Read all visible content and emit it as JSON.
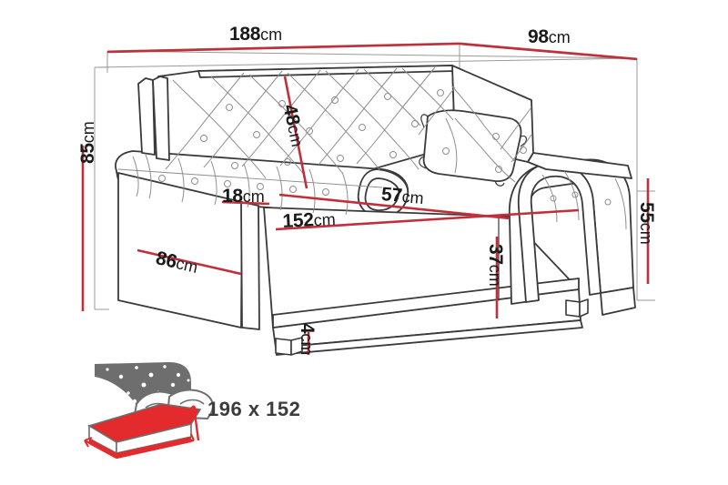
{
  "drawing": {
    "title": "Sofa bed technical dimension drawing",
    "unit": "cm",
    "colors": {
      "dimension_line": "#c0303a",
      "guide_line": "#9a9a9a",
      "outline": "#3a3a3a",
      "tufting": "#8e8e8e",
      "bed_red": "#e32a2d",
      "bed_gray": "#6e6e6e",
      "label_text": "#1a1a1a",
      "bed_label_text": "#3c3c3c",
      "background": "#ffffff"
    }
  },
  "dimensions": {
    "total_width": {
      "value": "188",
      "unit": "cm",
      "name": "total-width"
    },
    "total_depth": {
      "value": "98",
      "unit": "cm",
      "name": "total-depth"
    },
    "total_height": {
      "value": "85",
      "unit": "cm",
      "name": "total-height"
    },
    "backrest_height": {
      "value": "48",
      "unit": "cm",
      "name": "backrest-height"
    },
    "armrest_width": {
      "value": "18",
      "unit": "cm",
      "name": "armrest-width"
    },
    "seat_depth": {
      "value": "57",
      "unit": "cm",
      "name": "seat-depth"
    },
    "seat_width": {
      "value": "152",
      "unit": "cm",
      "name": "seat-width"
    },
    "side_length": {
      "value": "86",
      "unit": "cm",
      "name": "side-length"
    },
    "arm_height": {
      "value": "55",
      "unit": "cm",
      "name": "arm-height"
    },
    "seat_height": {
      "value": "37",
      "unit": "cm",
      "name": "seat-height"
    },
    "leg_height": {
      "value": "4",
      "unit": "cm",
      "name": "leg-height"
    }
  },
  "sleeping_area": {
    "label": "196 x 152",
    "icon": "bed-icon"
  }
}
